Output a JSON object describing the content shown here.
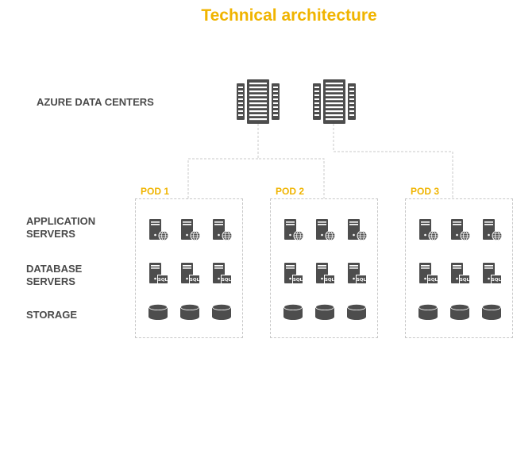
{
  "title": "Technical architecture",
  "datacenters_label": "AZURE DATA CENTERS",
  "rows": [
    {
      "line1": "APPLICATION",
      "line2": "SERVERS"
    },
    {
      "line1": "DATABASE",
      "line2": "SERVERS"
    },
    {
      "line1": "STORAGE",
      "line2": ""
    }
  ],
  "pods": [
    {
      "label": "POD 1"
    },
    {
      "label": "POD 2"
    },
    {
      "label": "POD 3"
    }
  ],
  "sql_badge": "SQL",
  "colors": {
    "accent": "#f0b400",
    "icon": "#4d4d4d",
    "connector": "#c8c8c8",
    "text": "#4a4a4a"
  },
  "icons": {
    "datacenter": "server-rack-icon",
    "app_server": "web-server-icon",
    "db_server": "sql-server-icon",
    "storage": "storage-disk-icon"
  }
}
